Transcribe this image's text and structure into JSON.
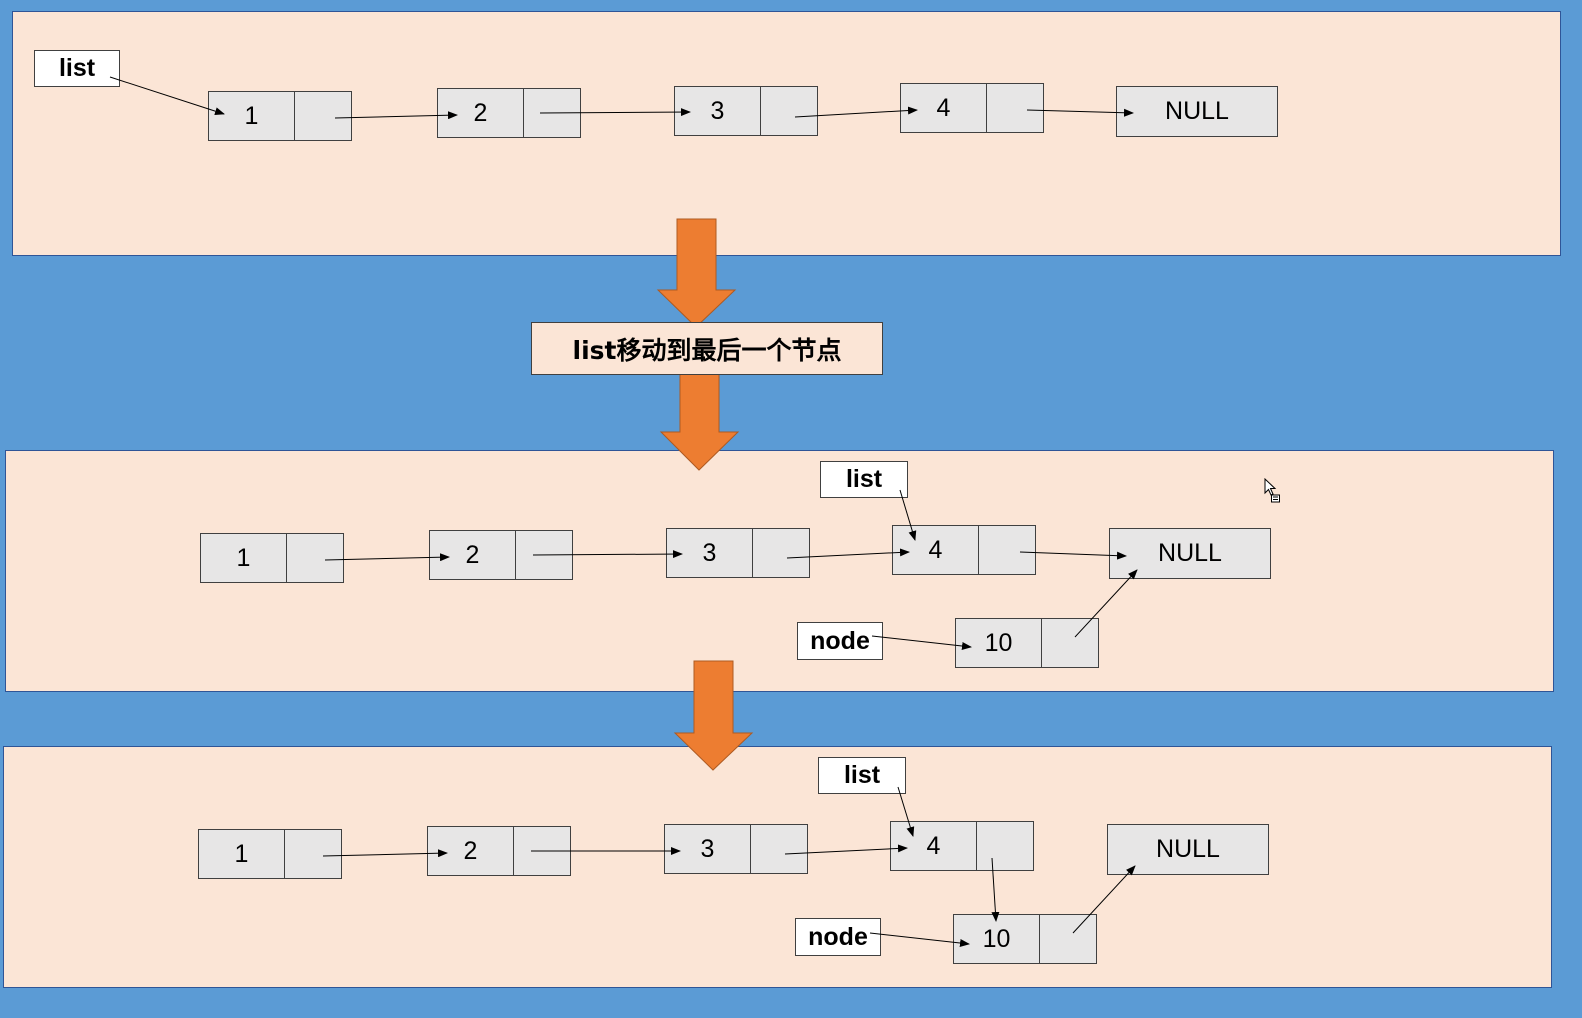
{
  "panel1": {
    "list_label": "list",
    "nodes": [
      "1",
      "2",
      "3",
      "4"
    ],
    "null_label": "NULL"
  },
  "caption": "list移动到最后一个节点",
  "panel2": {
    "list_label": "list",
    "node_label": "node",
    "nodes": [
      "1",
      "2",
      "3",
      "4"
    ],
    "new_node": "10",
    "null_label": "NULL"
  },
  "panel3": {
    "list_label": "list",
    "node_label": "node",
    "nodes": [
      "1",
      "2",
      "3",
      "4"
    ],
    "new_node": "10",
    "null_label": "NULL"
  },
  "colors": {
    "background": "#5b9bd5",
    "panel": "#fbe5d6",
    "node_fill": "#e7e6e6",
    "flow_arrow": "#ed7d31"
  }
}
